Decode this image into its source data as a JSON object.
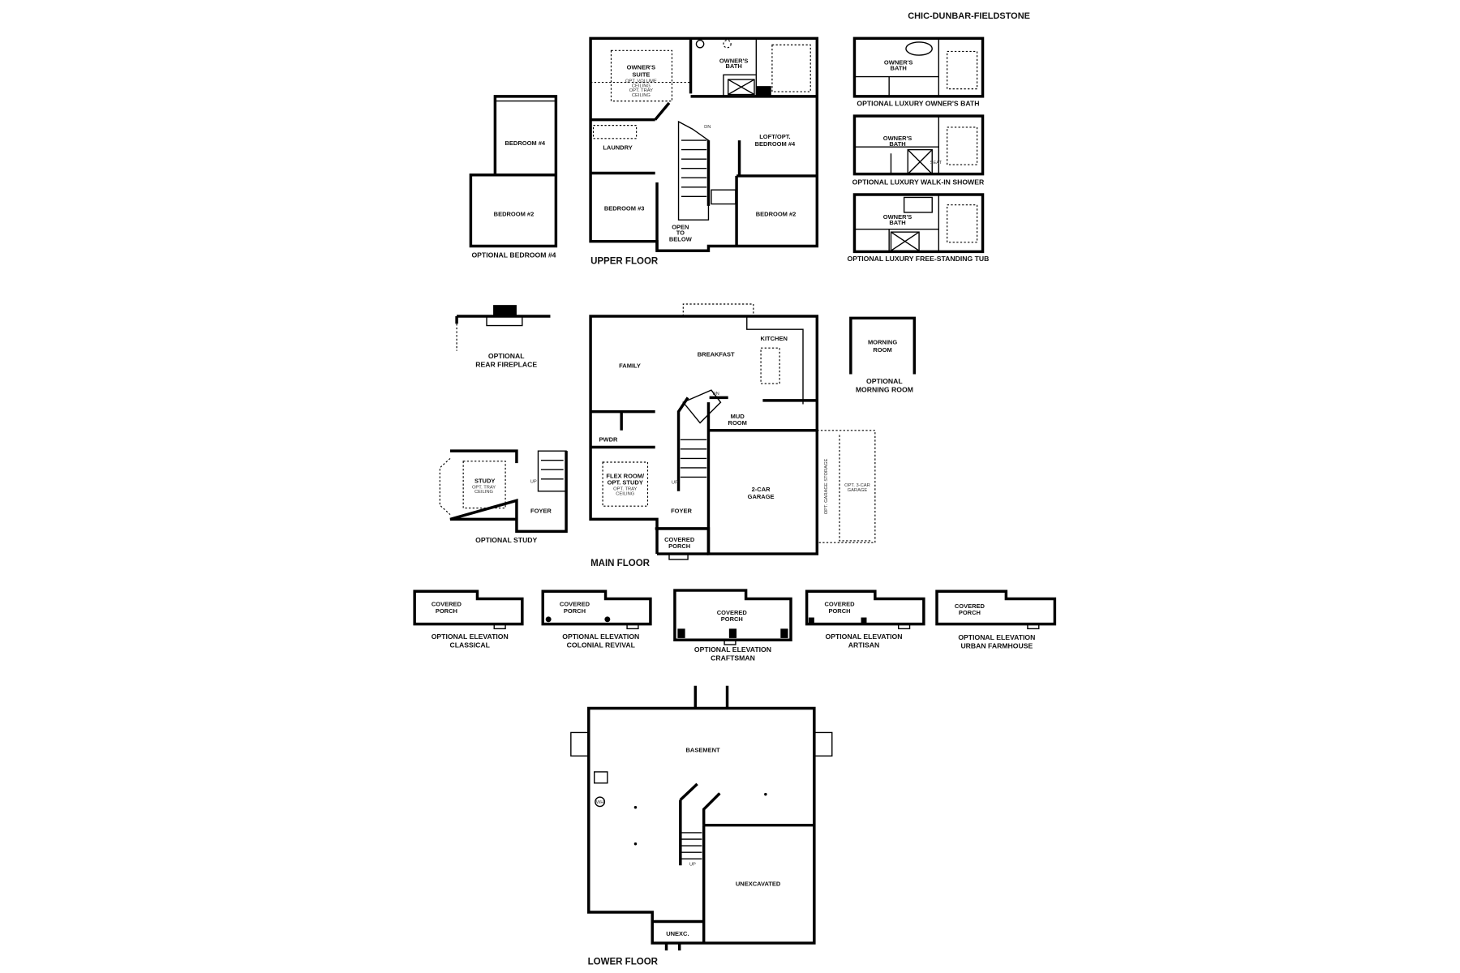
{
  "title": "CHIC-DUNBAR-FIELDSTONE",
  "upper_floor": {
    "label": "UPPER FLOOR",
    "owners_suite": "OWNER'S",
    "owners_suite_2": "SUITE",
    "owners_suite_note1": "OPT. VOLUME",
    "owners_suite_note2": "CEILING",
    "owners_suite_note3": "OPT. TRAY",
    "owners_suite_note4": "CEILING",
    "owners_bath": "OWNER'S",
    "owners_bath_2": "BATH",
    "laundry": "LAUNDRY",
    "loft": "LOFT/OPT.",
    "loft_2": "BEDROOM #4",
    "bedroom3": "BEDROOM #3",
    "bedroom2": "BEDROOM #2",
    "open": "OPEN",
    "open_2": "TO",
    "open_3": "BELOW",
    "stair_dn": "DN"
  },
  "optional_bedroom4": {
    "caption": "OPTIONAL BEDROOM #4",
    "bedroom4": "BEDROOM #4",
    "bedroom2": "BEDROOM #2"
  },
  "bath_options": [
    {
      "caption": "OPTIONAL LUXURY OWNER'S BATH",
      "room": "OWNER'S",
      "room_2": "BATH"
    },
    {
      "caption": "OPTIONAL LUXURY WALK-IN SHOWER",
      "room": "OWNER'S",
      "room_2": "BATH",
      "seat": "SEAT"
    },
    {
      "caption": "OPTIONAL LUXURY FREE-STANDING TUB",
      "room": "OWNER'S",
      "room_2": "BATH"
    }
  ],
  "main_floor": {
    "label": "MAIN FLOOR",
    "family": "FAMILY",
    "breakfast": "BREAKFAST",
    "kitchen": "KITCHEN",
    "mud": "MUD",
    "mud_2": "ROOM",
    "pwdr": "PWDR",
    "flex": "FLEX ROOM/",
    "flex_2": "OPT. STUDY",
    "flex_note1": "OPT. TRAY",
    "flex_note2": "CEILING",
    "foyer": "FOYER",
    "garage": "2-CAR",
    "garage_2": "GARAGE",
    "porch": "COVERED",
    "porch_2": "PORCH",
    "stair_up": "UP",
    "stair_dn": "DN",
    "opt_garage_storage": "OPT. GARAGE STORAGE",
    "opt_3car": "OPT. 3-CAR",
    "opt_3car_2": "GARAGE"
  },
  "optional_fireplace": {
    "caption": "OPTIONAL",
    "caption_2": "REAR FIREPLACE"
  },
  "optional_morning": {
    "room": "MORNING",
    "room_2": "ROOM",
    "caption": "OPTIONAL",
    "caption_2": "MORNING ROOM"
  },
  "optional_study": {
    "caption": "OPTIONAL STUDY",
    "study": "STUDY",
    "note1": "OPT. TRAY",
    "note2": "CEILING",
    "foyer": "FOYER",
    "stair_up": "UP"
  },
  "elevations": [
    {
      "room": "COVERED",
      "room_2": "PORCH",
      "caption": "OPTIONAL ELEVATION",
      "caption_2": "CLASSICAL"
    },
    {
      "room": "COVERED",
      "room_2": "PORCH",
      "caption": "OPTIONAL ELEVATION",
      "caption_2": "COLONIAL REVIVAL"
    },
    {
      "room": "COVERED",
      "room_2": "PORCH",
      "caption": "OPTIONAL ELEVATION",
      "caption_2": "CRAFTSMAN"
    },
    {
      "room": "COVERED",
      "room_2": "PORCH",
      "caption": "OPTIONAL ELEVATION",
      "caption_2": "ARTISAN"
    },
    {
      "room": "COVERED",
      "room_2": "PORCH",
      "caption": "OPTIONAL ELEVATION",
      "caption_2": "URBAN FARMHOUSE"
    }
  ],
  "lower_floor": {
    "label": "LOWER FLOOR",
    "basement": "BASEMENT",
    "unexcavated": "UNEXCAVATED",
    "unexc": "UNEXC.",
    "wh": "WH",
    "stair_up": "UP"
  }
}
